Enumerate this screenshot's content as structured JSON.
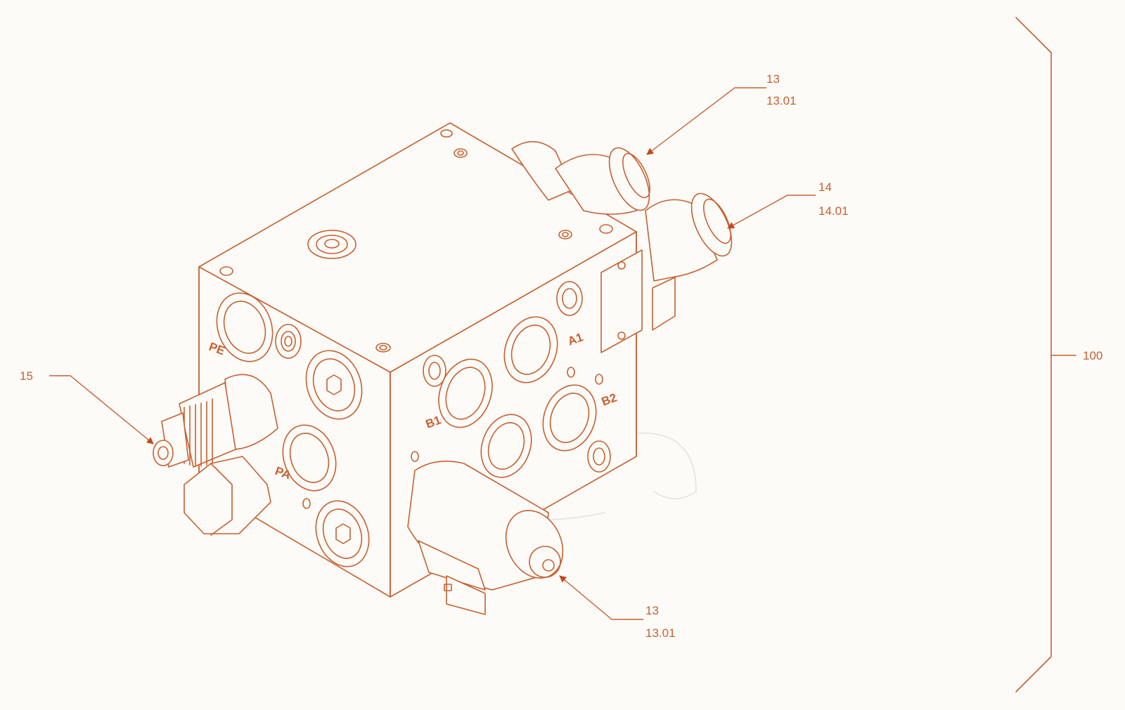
{
  "colors": {
    "background": "#fcfbf8",
    "line": "#c8602f",
    "arrow": "#c24a1b",
    "watermark": "#d9d4cc"
  },
  "callouts": [
    {
      "id": "top-right",
      "primary": "13",
      "secondary": "13.01"
    },
    {
      "id": "mid-right",
      "primary": "14",
      "secondary": "14.01"
    },
    {
      "id": "left",
      "primary": "15",
      "secondary": ""
    },
    {
      "id": "bottom",
      "primary": "13",
      "secondary": "13.01"
    },
    {
      "id": "assembly",
      "primary": "100",
      "secondary": ""
    }
  ],
  "port_labels": {
    "pe": "PE",
    "pa": "PA",
    "a1": "A1",
    "b1": "B1",
    "b2": "B2"
  }
}
